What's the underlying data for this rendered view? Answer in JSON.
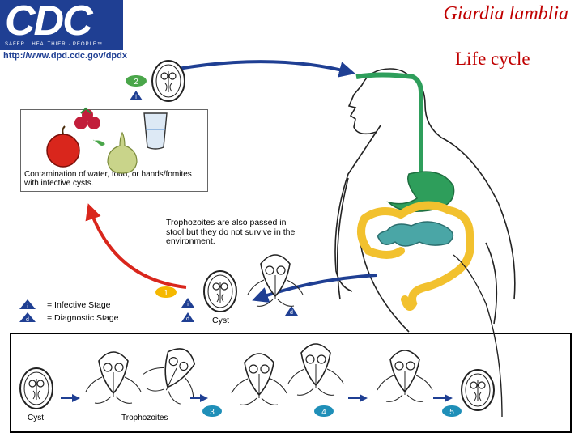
{
  "header": {
    "logo_text": "CDC",
    "logo_tagline": "SAFER · HEALTHIER · PEOPLE™",
    "url": "http://www.dpd.cdc.gov/dpdx",
    "title": "Giardia lamblia",
    "subtitle": "Life cycle"
  },
  "steps": {
    "s1": "1",
    "s2": "2",
    "s3": "3",
    "s4": "4",
    "s5": "5",
    "marker_i": "i",
    "marker_d": "d"
  },
  "contamination": {
    "caption": "Contamination of water, food, or hands/fomites with infective cysts."
  },
  "trophozoite_note": "Trophozoites are also passed in stool but they do not survive in the environment.",
  "legend": {
    "infective": "= Infective Stage",
    "diagnostic": "= Diagnostic Stage"
  },
  "labels": {
    "cyst": "Cyst",
    "bottom_cyst": "Cyst",
    "bottom_trophozoites": "Trophozoites"
  },
  "colors": {
    "brand_blue": "#1f3f93",
    "title_red": "#c00000",
    "arrow_red": "#d9261c",
    "arrow_blue": "#1f3f93",
    "stomach_green": "#2e9e5b",
    "colon_yellow": "#f2c12e",
    "small_int_teal": "#4aa6a6",
    "step_badge": "#f5b800"
  }
}
